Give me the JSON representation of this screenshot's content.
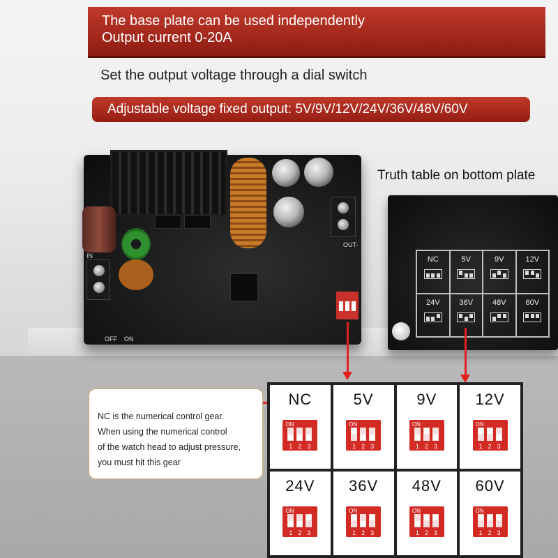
{
  "banner_top": {
    "line1": "The base plate can be used independently",
    "line2": "Output current 0-20A"
  },
  "subtitle": "Set the output voltage through a dial switch",
  "banner_mid": "Adjustable voltage fixed output: 5V/9V/12V/24V/36V/48V/60V",
  "truth_label": "Truth table on bottom plate",
  "note": {
    "line1": "NC is the numerical control gear.",
    "line2": "When using the numerical control",
    "line3": "of the watch head to adjust pressure,",
    "line4": "you must hit this gear"
  },
  "pcb_labels": {
    "on": "ON",
    "off": "OFF",
    "out": "OUT-",
    "in": "IN"
  },
  "table": {
    "switch_on_label": "ON",
    "switch_numbers": [
      "1",
      "2",
      "3"
    ],
    "cells": [
      {
        "label": "NC",
        "switches": [
          0,
          0,
          0
        ]
      },
      {
        "label": "5V",
        "switches": [
          1,
          0,
          0
        ]
      },
      {
        "label": "9V",
        "switches": [
          0,
          1,
          0
        ]
      },
      {
        "label": "12V",
        "switches": [
          1,
          1,
          0
        ]
      },
      {
        "label": "24V",
        "switches": [
          0,
          0,
          1
        ]
      },
      {
        "label": "36V",
        "switches": [
          1,
          0,
          1
        ]
      },
      {
        "label": "48V",
        "switches": [
          0,
          1,
          1
        ]
      },
      {
        "label": "60V",
        "switches": [
          1,
          1,
          1
        ]
      }
    ]
  },
  "colors": {
    "banner_red": "#c0392b",
    "arrow_red": "#e0211d",
    "dip_red": "#d42a24"
  }
}
